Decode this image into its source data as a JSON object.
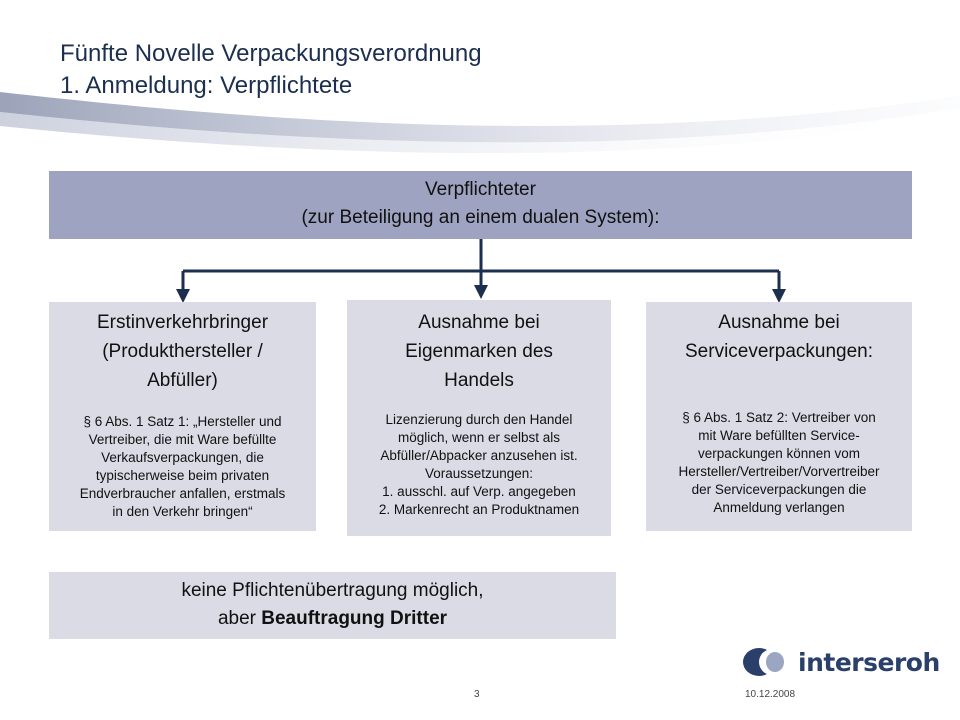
{
  "header": {
    "title_line1": "Fünfte Novelle Verpackungsverordnung",
    "title_line2": "1. Anmeldung: Verpflichtete"
  },
  "main_box": {
    "line1": "Verpflichteter",
    "line2": "(zur Beteiligung an einem dualen System):"
  },
  "columns": [
    {
      "heading_lines": [
        "Erstinverkehrbringer",
        "(Produkthersteller /",
        "Abfüller)"
      ],
      "body_lines": [
        "§ 6 Abs. 1 Satz 1: „Hersteller und",
        "Vertreiber, die mit Ware befüllte",
        "Verkaufsverpackungen, die",
        "typischerweise beim privaten",
        "Endverbraucher anfallen, erstmals",
        "in den Verkehr bringen“"
      ]
    },
    {
      "heading_lines": [
        "Ausnahme bei",
        "Eigenmarken des",
        "Handels"
      ],
      "body_lines": [
        "Lizenzierung durch den Handel",
        "möglich, wenn er selbst als",
        "Abfüller/Abpacker anzusehen ist.",
        "Voraussetzungen:",
        "1. ausschl. auf Verp. angegeben",
        "2. Markenrecht an Produktnamen"
      ]
    },
    {
      "heading_lines": [
        "Ausnahme bei",
        "Serviceverpackungen:"
      ],
      "body_lines": [
        "§ 6 Abs. 1 Satz 2: Vertreiber von",
        "mit Ware befüllten Service-",
        "verpackungen können vom",
        "Hersteller/Vertreiber/Vorvertreiber",
        "der Serviceverpackungen die",
        "Anmeldung verlangen"
      ]
    }
  ],
  "bottom_box": {
    "line1": "keine Pflichtenübertragung möglich,",
    "line2_prefix": "aber ",
    "line2_bold": "Beauftragung Dritter"
  },
  "footer": {
    "logo_text": "interseroh",
    "page_number": "3",
    "date": "10.12.2008"
  },
  "colors": {
    "main_box": "#9ea3c1",
    "sub_boxes": "#dbdbe6",
    "title": "#1c2f4e",
    "arrows": "#1c2f4e",
    "logo": "#2a3f6a"
  }
}
